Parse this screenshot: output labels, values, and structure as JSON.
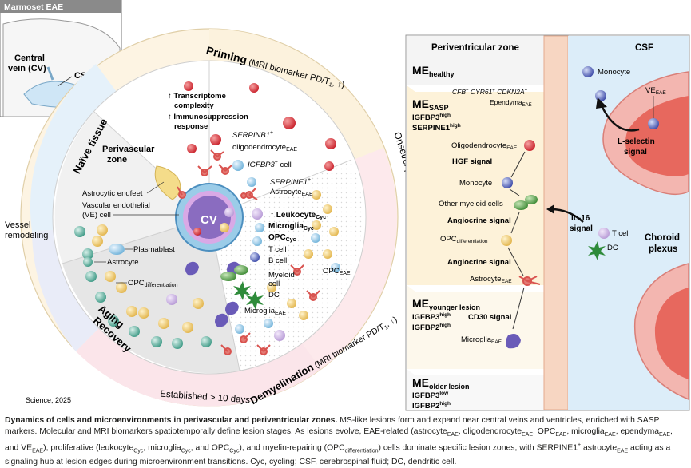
{
  "inset": {
    "title": "Marmoset EAE",
    "cv_label_1": "Central",
    "cv_label_2": "vein (CV)",
    "csf_label": "CSF"
  },
  "wheel": {
    "center": "CV",
    "perivascular_1": "Perivascular",
    "perivascular_2": "zone",
    "astro_endfeet": "Astrocytic endfeet",
    "ve_cell_1": "Vascular endothelial",
    "ve_cell_2": "(VE) cell",
    "plasmablast": "Plasmablast",
    "astrocyte": "Astrocyte",
    "opc_diff": "OPC",
    "opc_diff_sub": "differentiation",
    "transcriptome_1": "↑ Transcriptome",
    "transcriptome_2": "complexity",
    "immuno_1": "↑ Immunosuppression",
    "immuno_2": "response",
    "serpinb1_1": "SERPINB1",
    "serpinb1_2": "oligodendrocyte",
    "igfbp3_cell": "IGFBP3",
    "igfbp3_cell_suffix": " cell",
    "serpine1_1": "SERPINE1",
    "serpine1_2": "Astrocyte",
    "eae": "EAE",
    "cyc": "Cyc",
    "plus": "+",
    "leukocyte": "↑ Leukocyte",
    "microglia_cyc": "Microglia",
    "opc_cyc": "OPC",
    "t_cell": "T cell",
    "b_cell": "B cell",
    "myeloid_1": "Myeloid",
    "myeloid_2": "cell",
    "dc": "DC",
    "opc_eae": "OPC",
    "microglia_eae": "Microglia",
    "priming": "Priming",
    "priming_mri": " (MRI biomarker PD/T",
    "priming_mri_end": ", ↑)",
    "onset": "Onset/expansion",
    "demyelination": "Demyelination",
    "demyel_mri": " (MRI biomarker PD/T",
    "demyel_mri_end": ", ↓)",
    "naive": "Naïve tissue",
    "vessel_1": "Vessel",
    "vessel_2": "remodeling",
    "aging": "Aging",
    "recovery": "Recovery",
    "established": "Established > 10 days",
    "credit": "Science, 2025"
  },
  "right_panel": {
    "pv_zone": "Periventricular zone",
    "csf": "CSF",
    "me": "ME",
    "healthy": "healthy",
    "sasp": "SASP",
    "igfbp3_high": "IGFBP3",
    "serpine1_high": "SERPINE1",
    "high": "high",
    "low": "low",
    "cfb": "CFB",
    "cyr61": "CYR61",
    "cdkn2a": "CDKN2A",
    "ependyma": "Ependyma",
    "oligodendrocyte": "Oligodendrocyte",
    "hgf": "HGF signal",
    "monocyte": "Monocyte",
    "other_myeloid": "Other myeloid cells",
    "angiocrine": "Angiocrine signal",
    "opc": "OPC",
    "differentiation": "differentiation",
    "il16_1": "IL-16",
    "il16_2": "signal",
    "t_cell": "T cell",
    "dc": "DC",
    "choroid_1": "Choroid",
    "choroid_2": "plexus",
    "astrocyte": "Astrocyte",
    "younger": "younger lesion",
    "igfbp2": "IGFBP2",
    "cd30": "CD30 signal",
    "microglia": "Microglia",
    "older": "older lesion",
    "ve": "VE",
    "eae": "EAE",
    "lselectin_1": "L-selectin",
    "lselectin_2": "signal"
  },
  "caption": {
    "title": "Dynamics of cells and microenvironments in perivascular and periventricular zones.",
    "t1": " MS-like lesions form and expand near central veins and ventricles, enriched with SASP markers. Molecular and MRI biomarkers spatiotemporally define lesion stages. As lesions evolve, EAE-related (astrocyte",
    "t2": ", oligodendrocyte",
    "t3": ", OPC",
    "t4": ", microglia",
    "t5": ", ependyma",
    "t6": ", and VE",
    "t7": "), proliferative (leukocyte",
    "t8": ", microglia",
    "t9": ", and OPC",
    "t10": "), and myelin-repairing (OPC",
    "t11": ") cells dominate specific lesion zones, with SERPINE1",
    "t12": " astrocyte",
    "t13": " acting as a signaling hub at lesion edges during microenvironment transitions. Cyc, cycling; CSF, cerebrospinal fluid; DC, dendritic cell.",
    "eae": "EAE",
    "cyc": "Cyc",
    "diff": "differentiation",
    "plus": "+"
  }
}
